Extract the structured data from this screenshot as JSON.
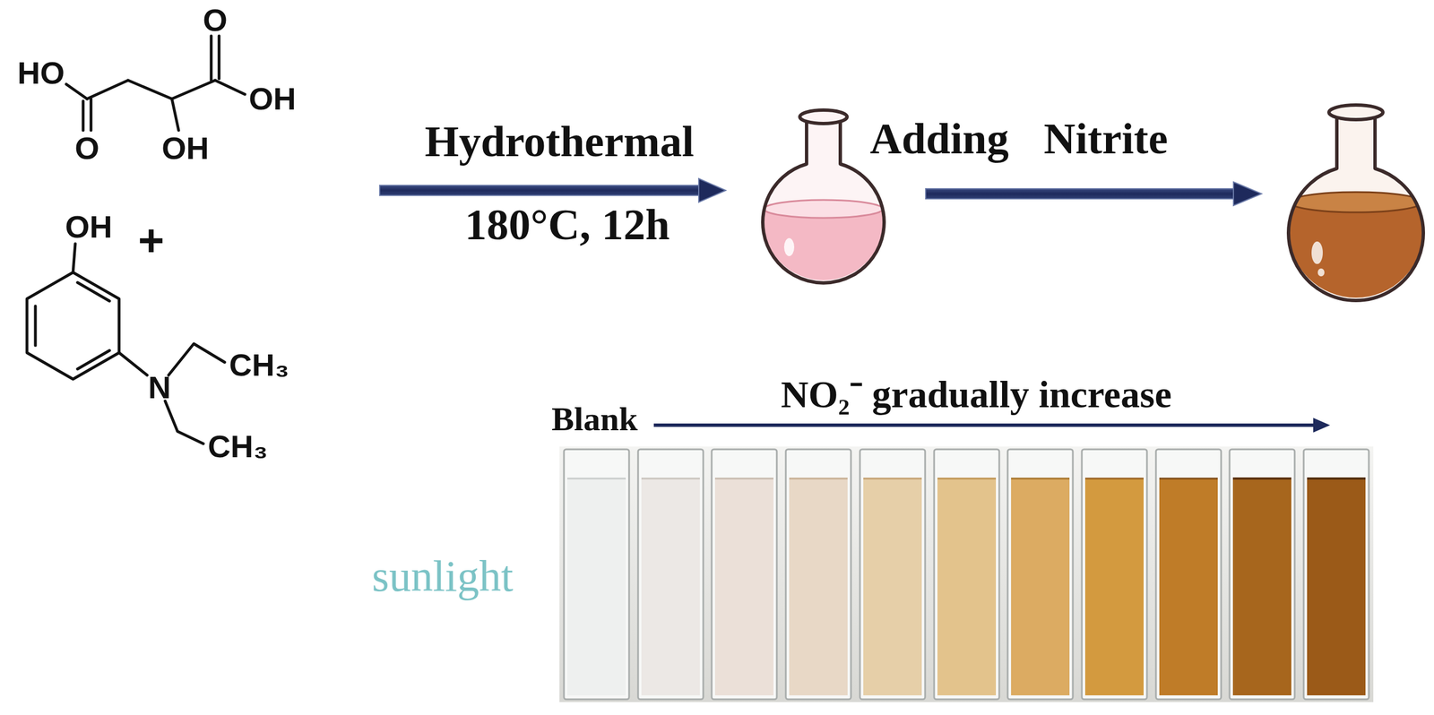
{
  "diagram": {
    "labels": [
      "HO",
      "O",
      "OH",
      "O",
      "OH",
      "OH",
      "+",
      "N",
      "CH₃",
      "CH₃",
      "Hydrothermal",
      "180°C, 12h",
      "Adding Nitrite",
      "NO₂⁻ gradually increase",
      "Blank",
      "sunlight"
    ]
  }
}
